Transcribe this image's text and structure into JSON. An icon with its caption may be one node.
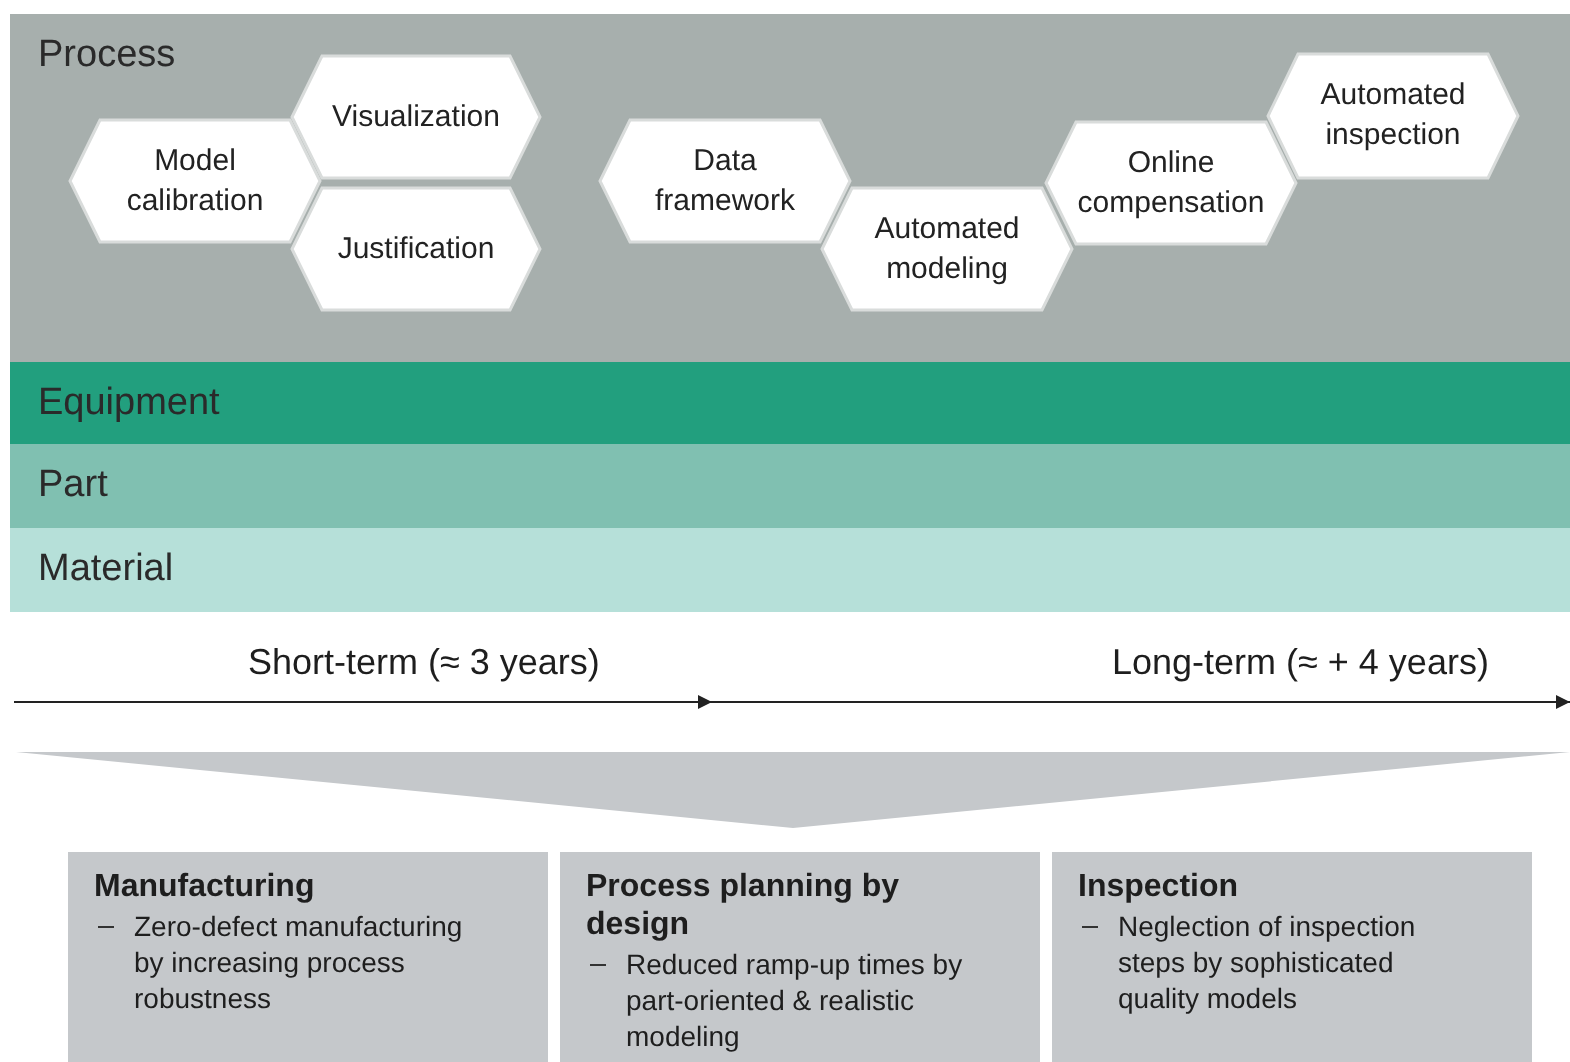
{
  "diagram": {
    "nodes": [
      {
        "text": [
          "Process"
        ]
      },
      {
        "text": [
          "Model calibration"
        ],
        "in": 0
      },
      {
        "text": [
          "Visualization"
        ],
        "in": 0
      },
      {
        "text": [
          "Justification"
        ],
        "in": 0
      },
      {
        "text": [
          "Data framework"
        ],
        "in": 0
      },
      {
        "text": [
          "Automated modeling"
        ],
        "in": 0
      },
      {
        "text": [
          "Online compensation"
        ],
        "in": 0
      },
      {
        "text": [
          "Automated inspection"
        ],
        "in": 0
      },
      {
        "text": [
          "Equipment"
        ]
      },
      {
        "text": [
          "Part"
        ]
      },
      {
        "text": [
          "Material"
        ]
      },
      {
        "text": [],
        "shape": "triangle"
      },
      {
        "text": [
          "Manufacturing",
          "Zero-defect manufacturing by increasing process robustness"
        ]
      },
      {
        "text": [
          "Process planning by design",
          "Reduced ramp-up times by part-oriented & realistic modeling"
        ]
      },
      {
        "text": [
          "Inspection",
          "Neglection of inspection steps by sophisticated quality models"
        ]
      }
    ],
    "labels": [
      "Short-term (≈ 3 years)",
      "Long-term (≈ + 4 years)"
    ]
  }
}
